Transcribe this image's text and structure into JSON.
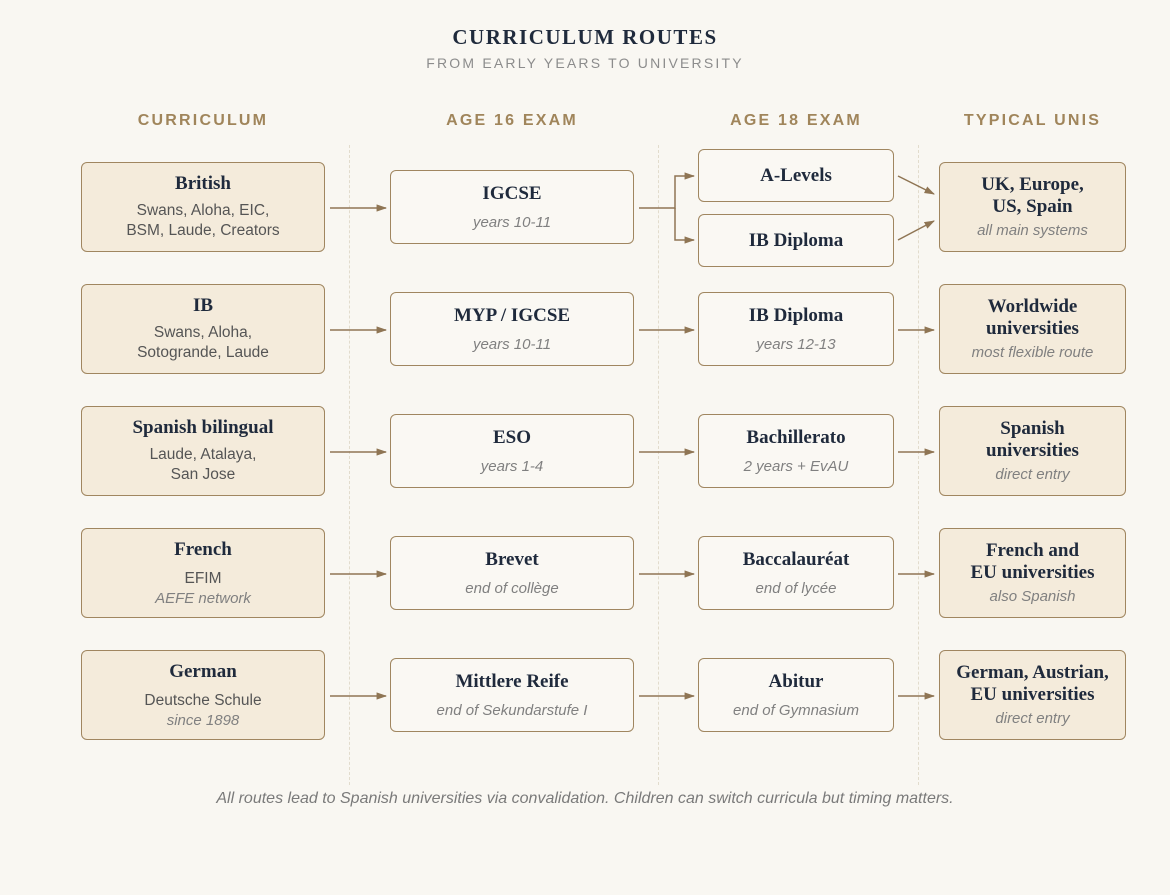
{
  "header": {
    "title": "CURRICULUM ROUTES",
    "subtitle": "FROM EARLY YEARS TO UNIVERSITY"
  },
  "columns": [
    "CURRICULUM",
    "AGE 16 EXAM",
    "AGE 18 EXAM",
    "TYPICAL UNIS"
  ],
  "rows": [
    {
      "curriculum": {
        "name": "British",
        "schools": [
          "Swans, Aloha, EIC,",
          "BSM, Laude, Creators"
        ],
        "note": ""
      },
      "age16": {
        "name": "IGCSE",
        "note": "years 10-11"
      },
      "age18": [
        {
          "name": "A-Levels",
          "note": ""
        },
        {
          "name": "IB Diploma",
          "note": ""
        }
      ],
      "unis": {
        "name": [
          "UK, Europe,",
          "US, Spain"
        ],
        "note": "all main systems"
      }
    },
    {
      "curriculum": {
        "name": "IB",
        "schools": [
          "Swans, Aloha,",
          "Sotogrande, Laude"
        ],
        "note": ""
      },
      "age16": {
        "name": "MYP / IGCSE",
        "note": "years 10-11"
      },
      "age18": [
        {
          "name": "IB Diploma",
          "note": "years 12-13"
        }
      ],
      "unis": {
        "name": [
          "Worldwide",
          "universities"
        ],
        "note": "most flexible route"
      }
    },
    {
      "curriculum": {
        "name": "Spanish bilingual",
        "schools": [
          "Laude, Atalaya,",
          "San Jose"
        ],
        "note": ""
      },
      "age16": {
        "name": "ESO",
        "note": "years 1-4"
      },
      "age18": [
        {
          "name": "Bachillerato",
          "note": "2 years + EvAU"
        }
      ],
      "unis": {
        "name": [
          "Spanish",
          "universities"
        ],
        "note": "direct entry"
      }
    },
    {
      "curriculum": {
        "name": "French",
        "schools": [
          "EFIM"
        ],
        "note": "AEFE network"
      },
      "age16": {
        "name": "Brevet",
        "note": "end of collège"
      },
      "age18": [
        {
          "name": "Baccalauréat",
          "note": "end of lycée"
        }
      ],
      "unis": {
        "name": [
          "French and",
          "EU universities"
        ],
        "note": "also Spanish"
      }
    },
    {
      "curriculum": {
        "name": "German",
        "schools": [
          "Deutsche Schule"
        ],
        "note": "since 1898"
      },
      "age16": {
        "name": "Mittlere Reife",
        "note": "end of Sekundarstufe I"
      },
      "age18": [
        {
          "name": "Abitur",
          "note": "end of Gymnasium"
        }
      ],
      "unis": {
        "name": [
          "German, Austrian,",
          "EU universities"
        ],
        "note": "direct entry"
      }
    }
  ],
  "footer": "All routes lead to Spanish universities via convalidation. Children can switch curricula but timing matters.",
  "colors": {
    "background": "#f9f7f2",
    "title": "#1f2a3c",
    "accent": "#a0855b",
    "box_tan": "#f4ebdb",
    "box_light": "#faf8f3",
    "border": "#a08660",
    "arrow": "#8f7554"
  }
}
